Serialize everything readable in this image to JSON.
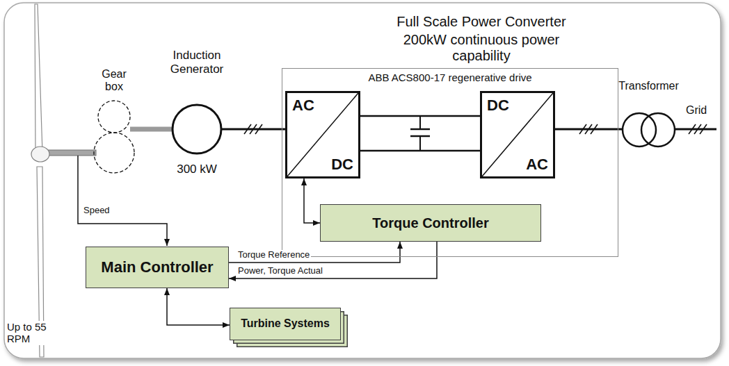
{
  "diagram": {
    "title": "Full Scale Power Converter",
    "nodes": [
      {
        "text": [
          "Gear box"
        ]
      },
      {
        "text": [
          "Induction Generator",
          "300 kW"
        ]
      },
      {
        "text": [
          "ABB ACS800-17 regenerative drive"
        ]
      },
      {
        "text": [
          "AC",
          "DC"
        ],
        "in": 2
      },
      {
        "text": [
          "DC",
          "AC"
        ],
        "in": 2
      },
      {
        "text": [
          "Torque Controller"
        ],
        "in": 2
      },
      {
        "text": [
          "Transformer"
        ]
      },
      {
        "text": [
          "Main Controller"
        ]
      },
      {
        "text": [
          "Turbine Systems"
        ]
      }
    ],
    "edges": [
      {
        "from": 0,
        "to": 1,
        "arrow": "none"
      },
      {
        "from": 1,
        "to": 3,
        "arrow": "none"
      },
      {
        "from": 3,
        "to": 4,
        "arrow": "none"
      },
      {
        "from": 4,
        "to": 6,
        "arrow": "none"
      },
      {
        "from": 3,
        "to": 5,
        "arrow": "both"
      },
      {
        "from": 7,
        "to": 5,
        "arrow": "to",
        "label": "Torque Reference"
      },
      {
        "from": 5,
        "to": 7,
        "arrow": "to",
        "label": "Power, Torque Actual"
      },
      {
        "from": 7,
        "to": 8,
        "arrow": "both"
      }
    ],
    "labels": [
      "200kW continuous power capability",
      "Speed",
      "Up to 55 RPM",
      "Grid"
    ]
  }
}
